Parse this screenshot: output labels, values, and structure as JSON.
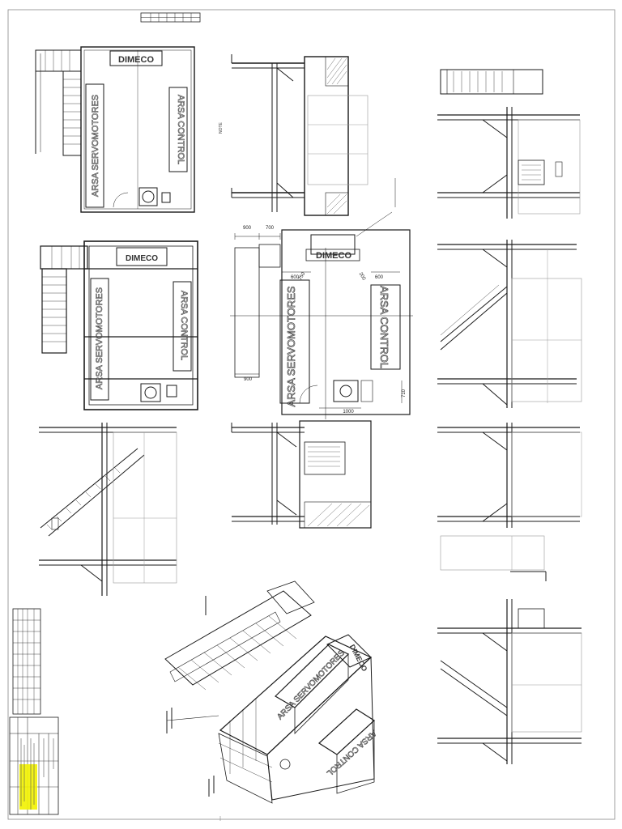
{
  "labels": {
    "dimeco": "DIMECO",
    "arsa_servomotores": "ARSA SERVOMOTORES",
    "arsa_control": "ARSA CONTROL"
  },
  "dimensions": {
    "d900_top": "900",
    "d700": "700",
    "d600_left": "600",
    "d600_right": "600",
    "d900_bottom": "900",
    "d1000": "1000",
    "d750": "750",
    "d200": "200",
    "d710": "710"
  },
  "colors": {
    "line": "#1a1a1a",
    "light_line": "#8a8a8a",
    "highlight": "#f2f200"
  }
}
